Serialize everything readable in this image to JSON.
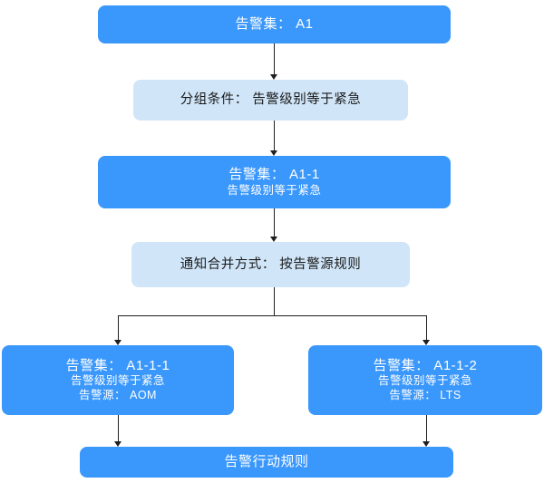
{
  "diagram": {
    "title": "alert-set-grouping-flowchart",
    "colors": {
      "node_primary": "#3A97FB",
      "node_secondary": "#D0E5F8",
      "text_on_primary": "#FFFFFF",
      "text_on_secondary": "#1A1A1A",
      "arrow": "#1F1F1F",
      "background": "#FFFFFF"
    },
    "nodes": {
      "alert_set_a1": {
        "title": "告警集： A1"
      },
      "grouping_condition": {
        "label": "分组条件： 告警级别等于紧急"
      },
      "alert_set_a1_1": {
        "title": "告警集： A1-1",
        "line2": "告警级别等于紧急"
      },
      "merge_method": {
        "label": "通知合并方式： 按告警源规则"
      },
      "alert_set_a1_1_1": {
        "title": "告警集： A1-1-1",
        "line2": "告警级别等于紧急",
        "line3": "告警源： AOM"
      },
      "alert_set_a1_1_2": {
        "title": "告警集： A1-1-2",
        "line2": "告警级别等于紧急",
        "line3": "告警源： LTS"
      },
      "action_rule": {
        "label": "告警行动规则"
      }
    }
  }
}
